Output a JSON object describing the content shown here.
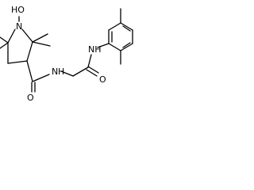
{
  "structure": {
    "atom_labels": {
      "hydroxyl": "HO",
      "ring_nitrogen": "N",
      "amide_nh_right": "NH",
      "amide_o_right": "O",
      "amide_nh_left": "N",
      "amide_h_left": "H",
      "amide_o_left": "O"
    }
  }
}
